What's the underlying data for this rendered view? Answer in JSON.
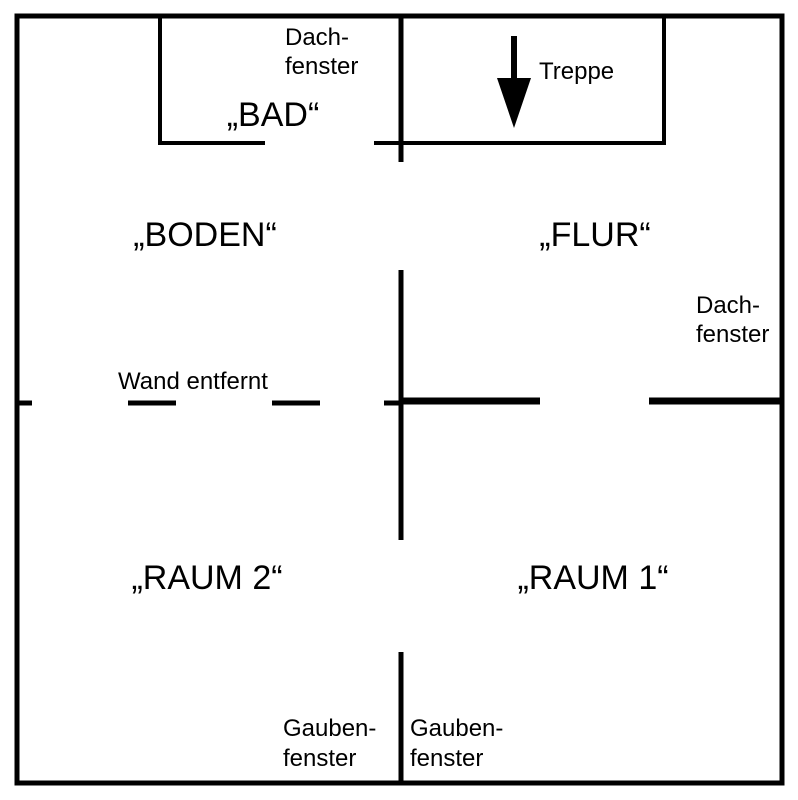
{
  "rooms": {
    "bad": "„BAD“",
    "boden": "„BODEN“",
    "flur": "„FLUR“",
    "raum2": "„RAUM 2“",
    "raum1": "„RAUM 1“"
  },
  "notes": {
    "dachfenster_top_line1": "Dach-",
    "dachfenster_top_line2": "fenster",
    "treppe": "Treppe",
    "dachfenster_right_line1": "Dach-",
    "dachfenster_right_line2": "fenster",
    "wand_entfernt": "Wand entfernt",
    "gaubenfenster_left_line1": "Gauben-",
    "gaubenfenster_left_line2": "fenster",
    "gaubenfenster_right_line1": "Gauben-",
    "gaubenfenster_right_line2": "fenster"
  },
  "colors": {
    "wall": "#000000",
    "background": "#ffffff"
  },
  "icons": {
    "stair_direction": "arrow-down-icon"
  }
}
